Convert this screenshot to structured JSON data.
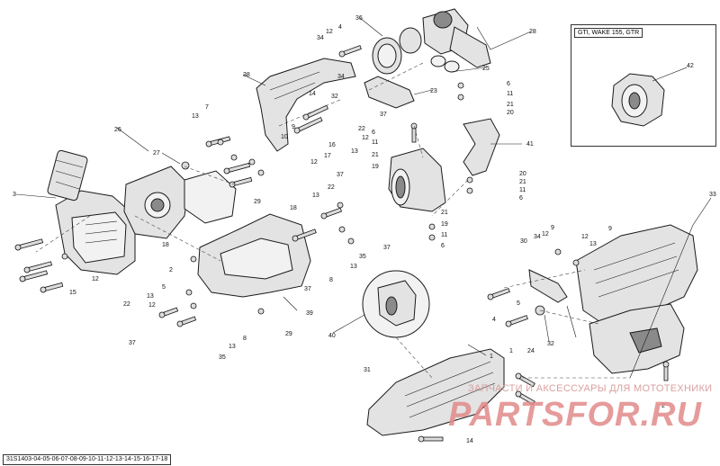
{
  "diagram": {
    "reference_code": "31S1403-04-05-06-07-08-09-10-11-12-13-14-15-16-17-18",
    "inset_title": "GTI, WAKE 155, GTR",
    "watermark": {
      "text": "ЗАПЧАСТИ И АКСЕССУАРЫ ДЛЯ МОТОТЕХНИКИ",
      "logo": "PARTSFOR.RU"
    },
    "callouts": [
      "1",
      "2",
      "3",
      "4",
      "5",
      "6",
      "7",
      "8",
      "9",
      "10",
      "11",
      "12",
      "13",
      "14",
      "15",
      "16",
      "17",
      "18",
      "19",
      "20",
      "21",
      "22",
      "23",
      "24",
      "25",
      "26",
      "27",
      "28",
      "29",
      "30",
      "31",
      "32",
      "33",
      "34",
      "35",
      "36",
      "37",
      "38",
      "39",
      "40",
      "41",
      "42"
    ]
  }
}
